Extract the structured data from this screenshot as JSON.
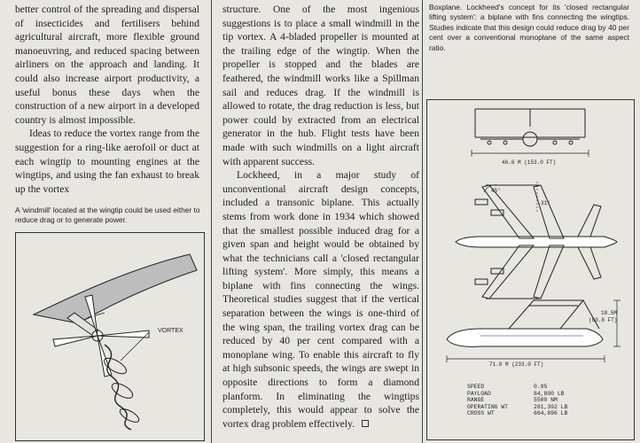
{
  "column1": {
    "para1": "better control of the spreading and dispersal of insecticides and fertilisers behind agricultural aircraft, more flexible ground manoeuvring, and reduced spacing between airliners on the approach and landing. It could also increase airport productivity, a useful bonus these days when the construction of a new airport in a developed country is almost impossible.",
    "para2": "Ideas to reduce the vortex range from the suggestion for a ring-like aerofoil or duct at each wingtip to mounting engines at the wingtips, and using the fan exhaust to break up the vortex"
  },
  "caption_windmill": "A 'windmill' located at the wingtip could be used either to reduce drag or to generate power.",
  "illustration_windmill": {
    "label": "VORTEX"
  },
  "column2": {
    "para1": "structure. One of the most ingenious suggestions is to place a small windmill in the tip vortex. A 4-bladed propeller is mounted at the trailing edge of the wingtip. When the propeller is stopped and the blades are feathered, the windmill works like a Spillman sail and reduces drag. If the windmill is allowed to rotate, the drag reduction is less, but power could by extracted from an electrical generator in the hub. Flight tests have been made with such windmills on a light aircraft with apparent success.",
    "para2": "Lockheed, in a major study of unconventional aircraft design concepts, included a transonic biplane. This actually stems from work done in 1934 which showed that the smallest possible induced drag for a given span and height would be obtained by what the technicians call a 'closed rectangular lifting system'. More simply, this means a biplane with fins connecting the wings. Theoretical studies suggest that if the vertical separation between the wings is one-third of the wing span, the trailing vortex drag can be reduced by 40 per cent compared with a monoplane wing. To enable this aircraft to fly at high subsonic speeds, the wings are swept in opposite directions to form a diamond planform. In eliminating the wingtips completely, this would appear to solve the vortex drag problem effectively."
  },
  "caption_boxplane": "Boxplane. Lockheed's concept for its 'closed rectangular lifting system': a biplane with fins connecting the wingtips. Studies indicate that this design could reduce drag by 40 per cent over a conventional monoplane of the same aspect ratio.",
  "drawing_boxplane": {
    "front_span_label": "46.6 M (153.0 FT)",
    "angle_1": "45°",
    "angle_2": "31°",
    "height_label_m": "18.5M",
    "height_label_ft": "(60.8 FT)",
    "length_label": "71.0 M (233.0 FT)",
    "specs": [
      {
        "label": "SPEED",
        "value": "0.95"
      },
      {
        "label": "PAYLOAD",
        "value": "84,800 LB"
      },
      {
        "label": "RANGE",
        "value": "5500 NM"
      },
      {
        "label": "OPERATING WT",
        "value": "281,392 LB"
      },
      {
        "label": "CROSS WT",
        "value": "664,896 LB"
      }
    ]
  }
}
